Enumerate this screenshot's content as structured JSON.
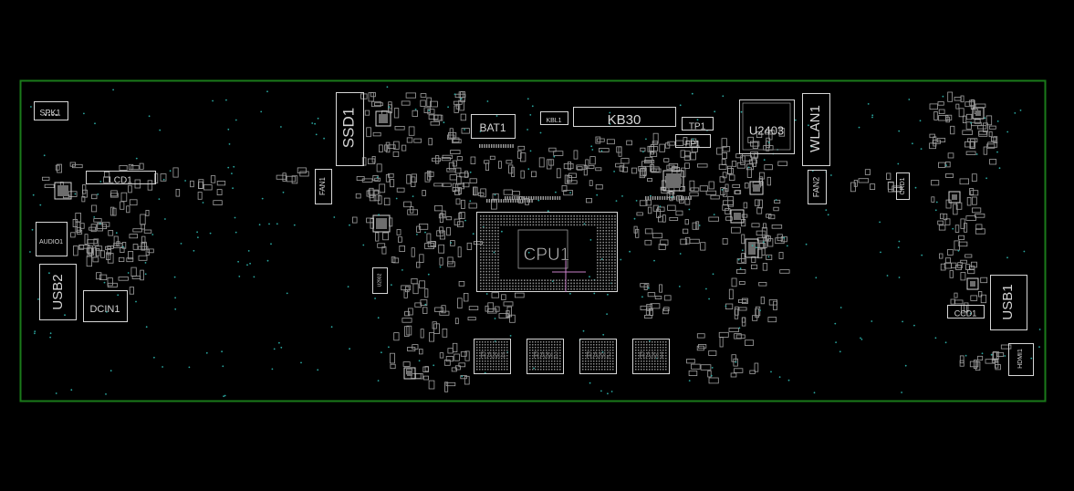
{
  "theme": {
    "background": "#000000",
    "board_outline": "#1a7a1a",
    "silk": "#d6d6d6",
    "pad": "#a0a0a0",
    "via": "#2aa7a0",
    "marker": "#c97fc9"
  },
  "board": {
    "components": [
      {
        "ref": "SPK1",
        "label": "SPK1",
        "kind": "connector"
      },
      {
        "ref": "LCD1",
        "label": "LCD1",
        "kind": "connector"
      },
      {
        "ref": "AUDIO1",
        "label": "AUDIO1",
        "kind": "connector"
      },
      {
        "ref": "USB2",
        "label": "USB2",
        "kind": "connector"
      },
      {
        "ref": "DCIN1",
        "label": "DCIN1",
        "kind": "connector"
      },
      {
        "ref": "FAN1",
        "label": "FAN1",
        "kind": "connector"
      },
      {
        "ref": "SSD1",
        "label": "SSD1",
        "kind": "connector"
      },
      {
        "ref": "BAT1",
        "label": "BAT1",
        "kind": "connector"
      },
      {
        "ref": "KBL1",
        "label": "KBL1",
        "kind": "connector"
      },
      {
        "ref": "KB30",
        "label": "KB30",
        "kind": "connector"
      },
      {
        "ref": "TP1",
        "label": "TP1",
        "kind": "connector"
      },
      {
        "ref": "FP1",
        "label": "FP1",
        "kind": "connector"
      },
      {
        "ref": "U2403",
        "label": "U2403",
        "kind": "ic"
      },
      {
        "ref": "WLAN1",
        "label": "WLAN1",
        "kind": "connector"
      },
      {
        "ref": "FAN2",
        "label": "FAN2",
        "kind": "connector"
      },
      {
        "ref": "CRD1",
        "label": "CRD1",
        "kind": "connector"
      },
      {
        "ref": "CPU1",
        "label": "CPU1",
        "kind": "bga"
      },
      {
        "ref": "RAM4",
        "label": "RAM4",
        "kind": "memory"
      },
      {
        "ref": "RAM3",
        "label": "RAM3",
        "kind": "memory"
      },
      {
        "ref": "RAM2",
        "label": "RAM2",
        "kind": "memory"
      },
      {
        "ref": "RAM1",
        "label": "RAM1",
        "kind": "memory"
      },
      {
        "ref": "USB1",
        "label": "USB1",
        "kind": "connector"
      },
      {
        "ref": "CCD1",
        "label": "CCD1",
        "kind": "connector"
      },
      {
        "ref": "HDMI1",
        "label": "HDMI1",
        "kind": "connector"
      },
      {
        "ref": "U2902",
        "label": "U2902",
        "kind": "ic"
      }
    ]
  }
}
